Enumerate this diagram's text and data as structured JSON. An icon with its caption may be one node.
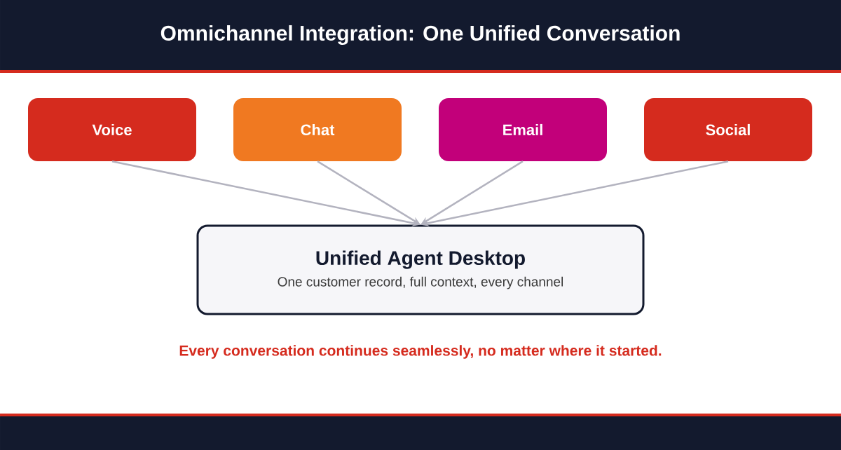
{
  "diagram": {
    "title": "Omnichannel Integration: One Unified Conversation",
    "nodes": [
      {
        "text": [
          "Voice"
        ]
      },
      {
        "text": [
          "Chat"
        ]
      },
      {
        "text": [
          "Email"
        ]
      },
      {
        "text": [
          "Social"
        ]
      },
      {
        "text": [
          "Unified Agent Desktop",
          "One customer record, full context, every channel"
        ]
      }
    ],
    "edges": [
      {
        "from": 0,
        "to": 4,
        "arrow": "to"
      },
      {
        "from": 1,
        "to": 4,
        "arrow": "to"
      },
      {
        "from": 2,
        "to": 4,
        "arrow": "to"
      },
      {
        "from": 3,
        "to": 4,
        "arrow": "to"
      }
    ],
    "labels": [
      "Every conversation continues seamlessly, no matter where it started."
    ]
  }
}
